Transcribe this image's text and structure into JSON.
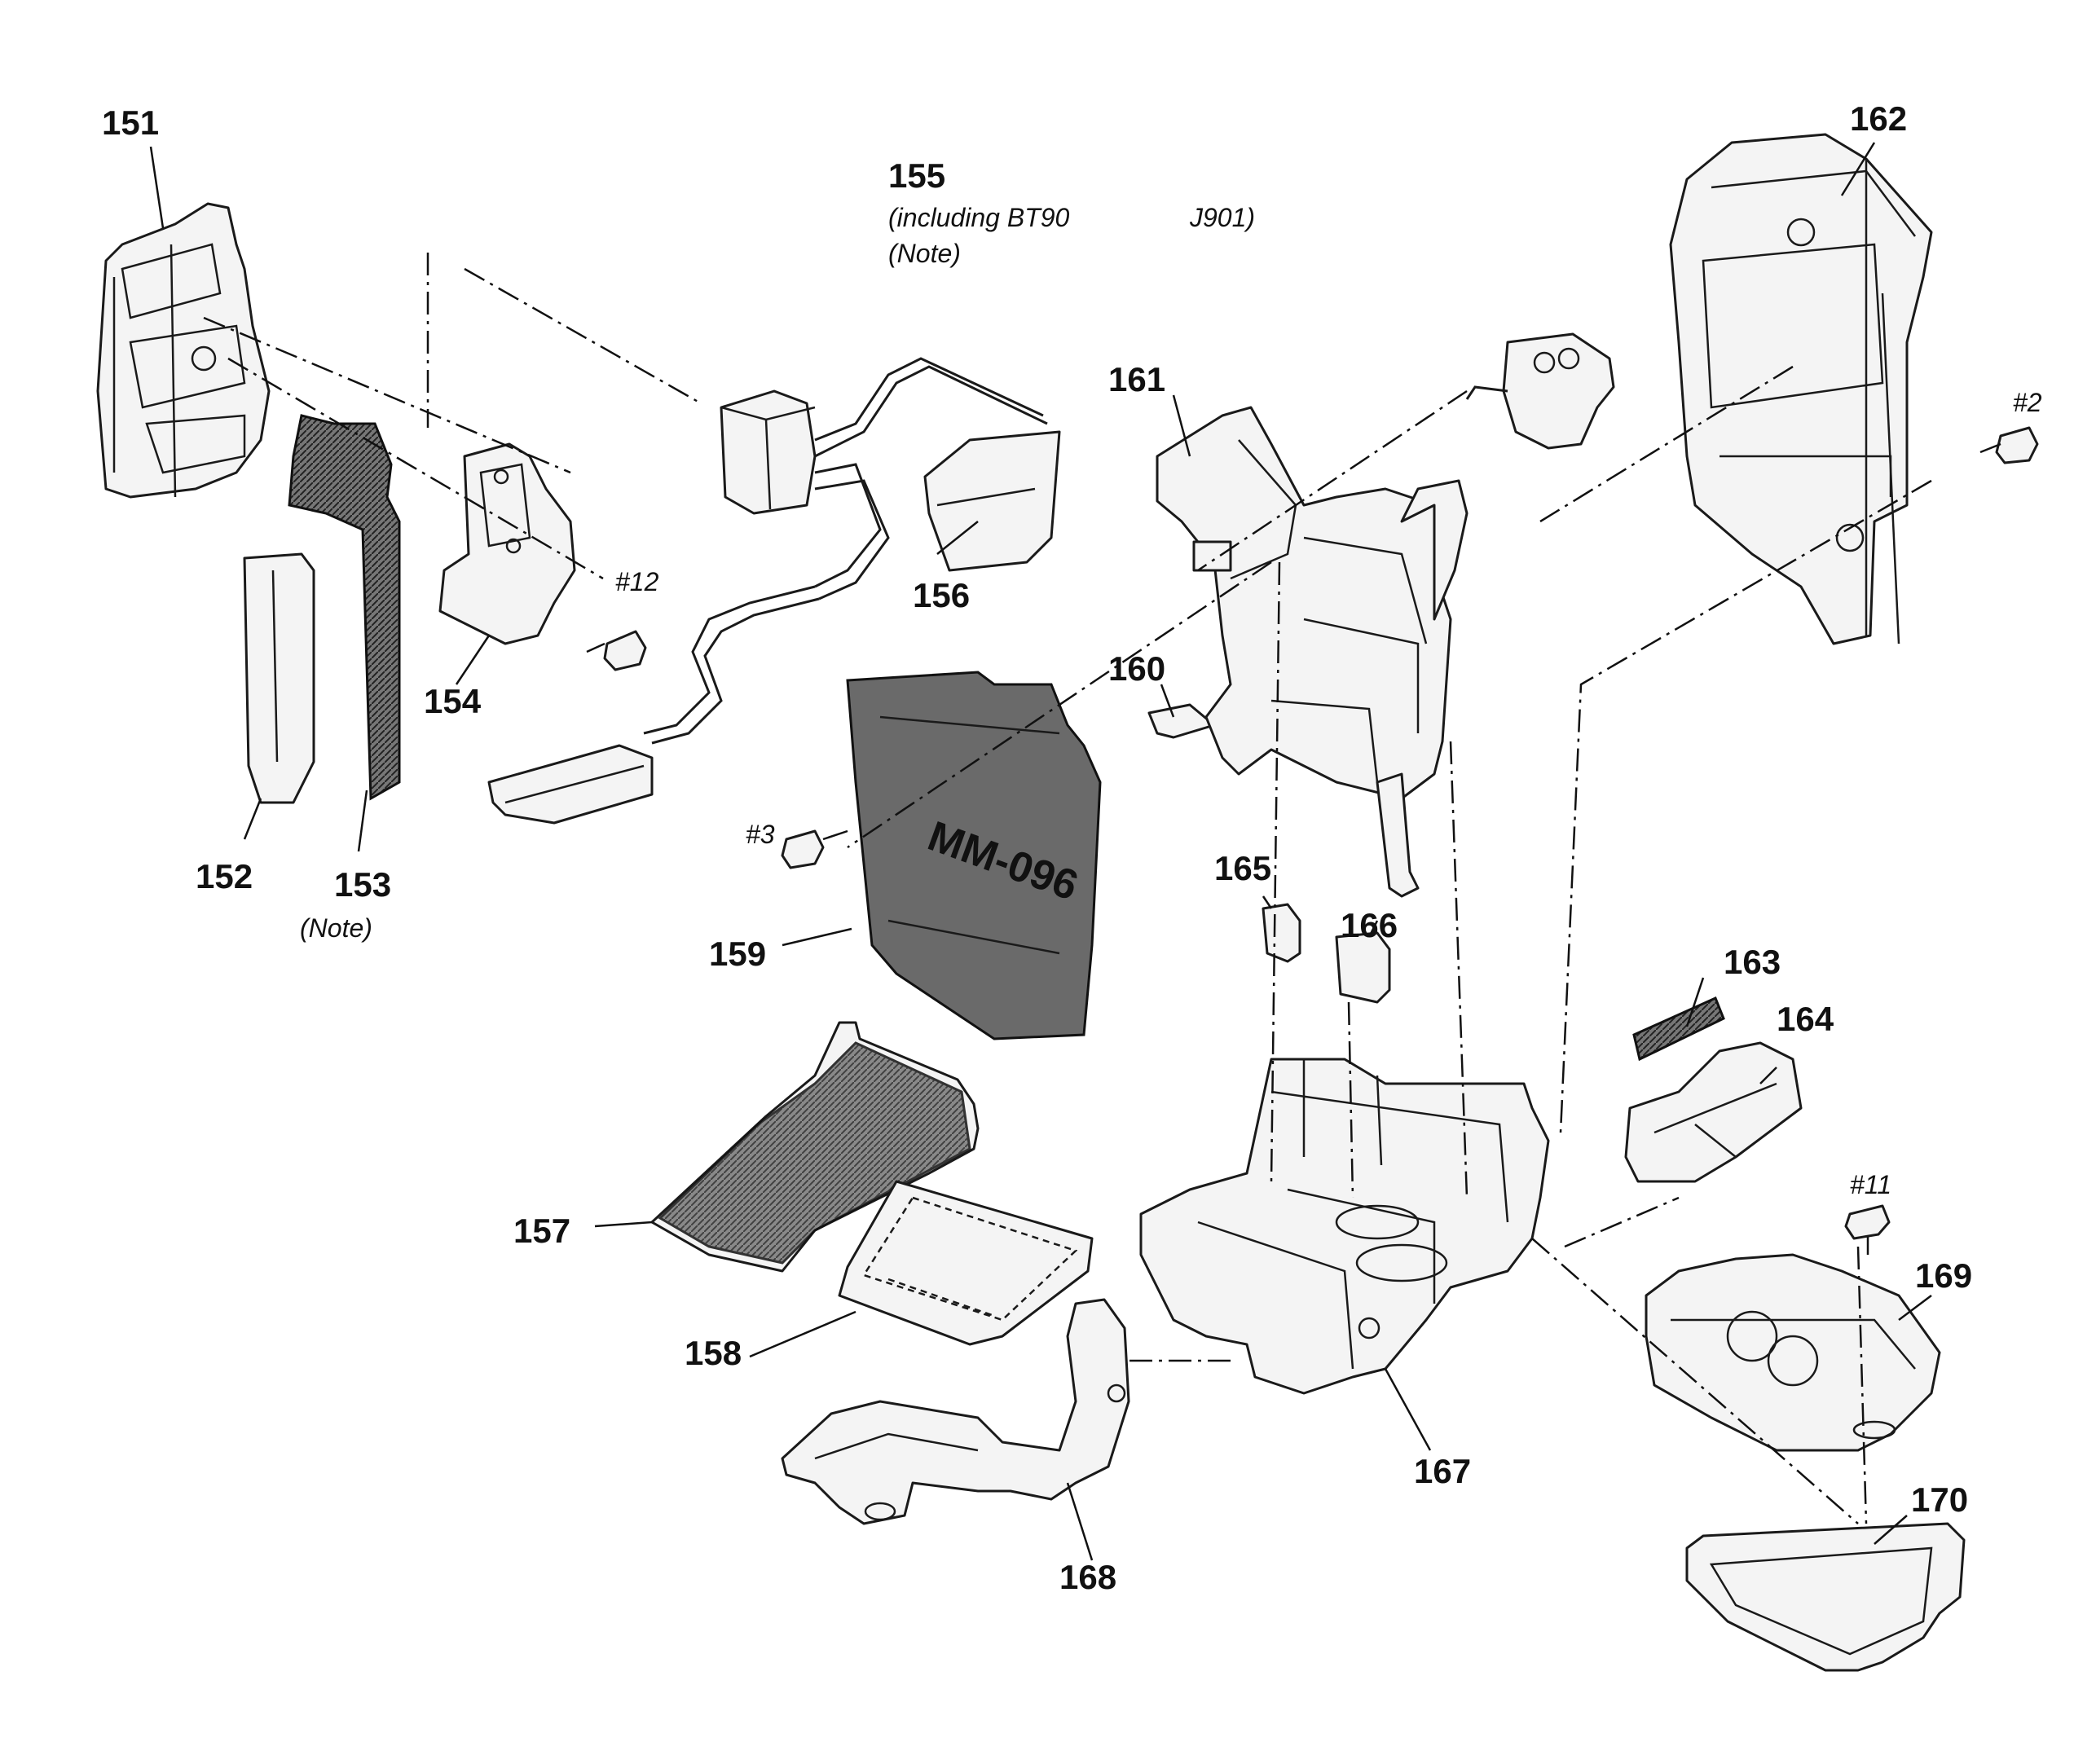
{
  "parts": {
    "p151": "151",
    "p152": "152",
    "p153": "153",
    "p154": "154",
    "p155": "155",
    "p156": "156",
    "p157": "157",
    "p158": "158",
    "p159": "159",
    "p160": "160",
    "p161": "161",
    "p162": "162",
    "p163": "163",
    "p164": "164",
    "p165": "165",
    "p166": "166",
    "p167": "167",
    "p168": "168",
    "p169": "169",
    "p170": "170"
  },
  "notes": {
    "n155_line1": "(including BT90",
    "n155_line1b": "J901)",
    "n155_line2": "(Note)",
    "n153": "(Note)"
  },
  "screws": {
    "s2": "#2",
    "s3": "#3",
    "s11": "#11",
    "s12": "#12"
  },
  "board_marking": "MM-096"
}
